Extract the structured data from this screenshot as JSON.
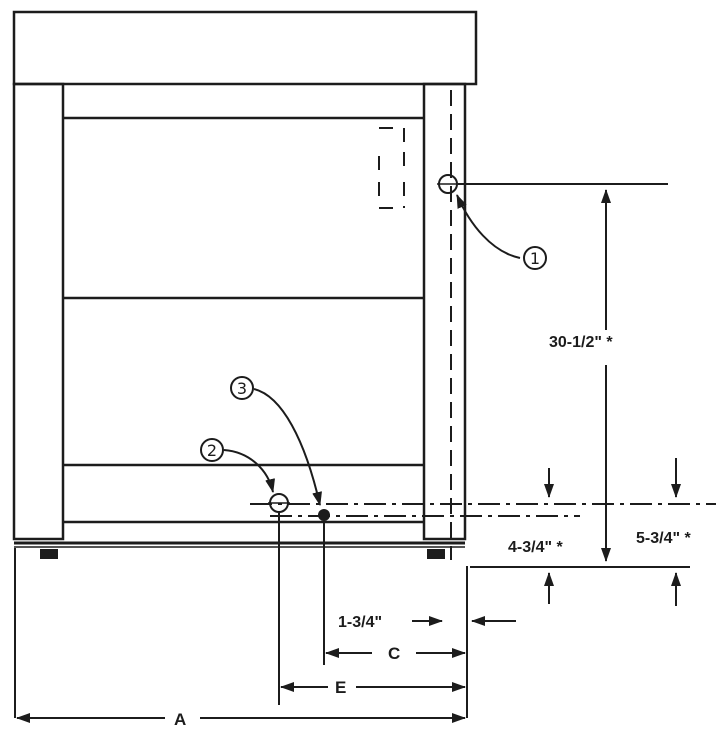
{
  "dimensions": {
    "d1": "30-1/2\" *",
    "d2": "4-3/4\" *",
    "d3": "5-3/4\" *",
    "d4": "1-3/4\"",
    "c": "C",
    "e": "E",
    "a": "A"
  },
  "callouts": {
    "one": "1",
    "two": "2",
    "three": "3"
  }
}
